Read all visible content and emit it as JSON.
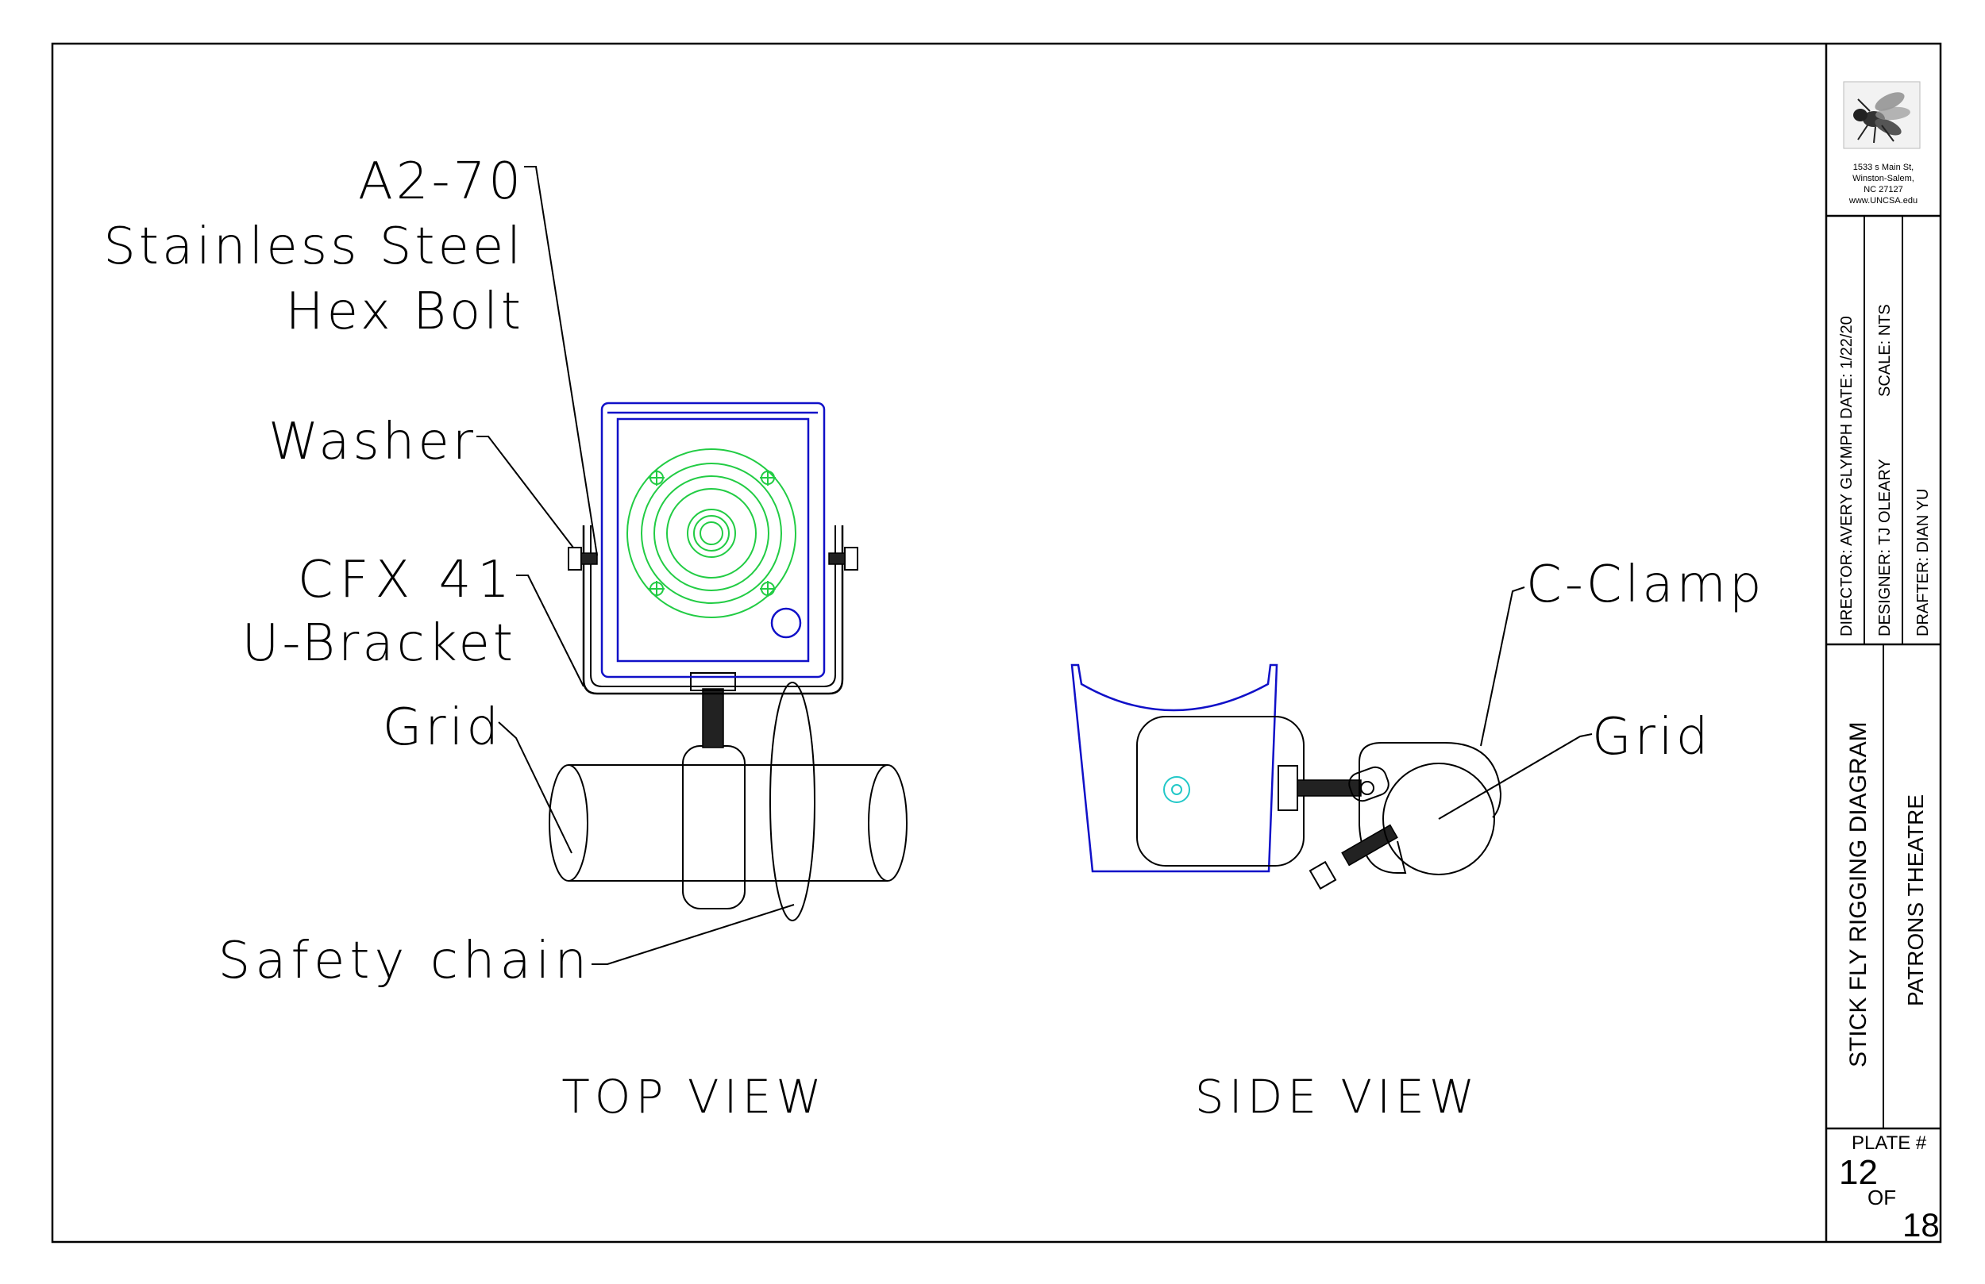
{
  "callouts": {
    "bolt_line1": "A2-70",
    "bolt_line2": "Stainless Steel",
    "bolt_line3": "Hex Bolt",
    "washer": "Washer",
    "bracket_line1": "CFX 41",
    "bracket_line2": "U-Bracket",
    "grid_top": "Grid",
    "safety_chain": "Safety chain",
    "c_clamp": "C-Clamp",
    "grid_side": "Grid"
  },
  "views": {
    "top": "TOP VIEW",
    "side": "SIDE VIEW"
  },
  "title_block": {
    "address": [
      "1533 s Main St,",
      "Winston-Salem,",
      "NC 27127",
      "www.UNCSA.edu"
    ],
    "director": "DIRECTOR: AVERY GLYMPH",
    "date": "DATE: 1/22/20",
    "designer": "DESIGNER: TJ OLEARY",
    "scale": "SCALE: NTS",
    "drafter": "DRAFTER: DIAN YU",
    "title": "STICK FLY RIGGING DIAGRAM",
    "venue": "PATRONS THEATRE",
    "plate_label": "PLATE #",
    "plate_number": "12",
    "of_label": "OF",
    "plate_total": "18"
  },
  "colors": {
    "fixture_outline": "#1010c8",
    "speaker_cone": "#22cc44",
    "mount_detail": "#22c8c8"
  }
}
